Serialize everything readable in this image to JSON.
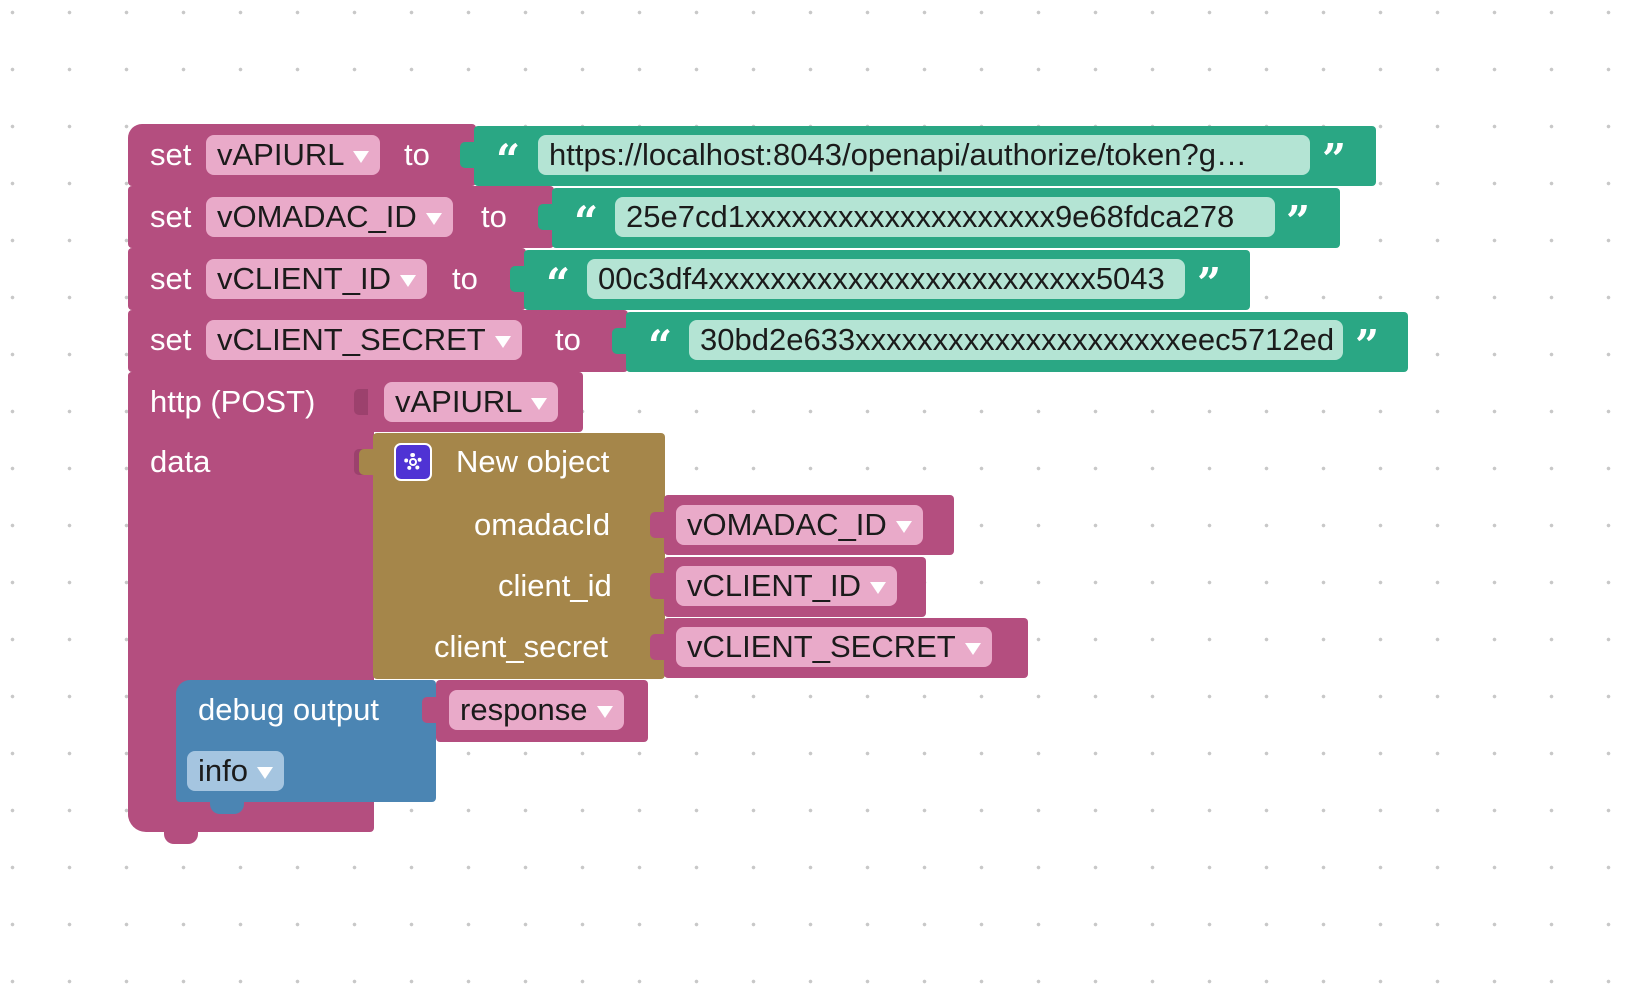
{
  "blocks": {
    "set_rows": [
      {
        "keyword": "set",
        "variable": "vAPIURL",
        "to": "to",
        "value": "https://localhost:8043/openapi/authorize/token?g…"
      },
      {
        "keyword": "set",
        "variable": "vOMADAC_ID",
        "to": "to",
        "value": "25e7cd1xxxxxxxxxxxxxxxxxxxx9e68fdca278"
      },
      {
        "keyword": "set",
        "variable": "vCLIENT_ID",
        "to": "to",
        "value": "00c3df4xxxxxxxxxxxxxxxxxxxxxxxxx5043"
      },
      {
        "keyword": "set",
        "variable": "vCLIENT_SECRET",
        "to": "to",
        "value": "30bd2e633xxxxxxxxxxxxxxxxxxxxxeec5712ed"
      }
    ],
    "http": {
      "label": "http (POST)",
      "url_variable": "vAPIURL",
      "data_label": "data"
    },
    "new_object": {
      "label": "New object",
      "fields": [
        {
          "key": "omadacId",
          "variable": "vOMADAC_ID"
        },
        {
          "key": "client_id",
          "variable": "vCLIENT_ID"
        },
        {
          "key": "client_secret",
          "variable": "vCLIENT_SECRET"
        }
      ]
    },
    "debug": {
      "label": "debug output",
      "level": "info",
      "variable": "response"
    }
  },
  "colors": {
    "variables": "#b44e7f",
    "text": "#2aa784",
    "object": "#a5864a",
    "debug": "#4b85b3",
    "gear_icon": "#4f33d4"
  },
  "icons": {
    "gear": "gear-icon",
    "dropdown": "chevron-down-icon",
    "quote_open": "quote-open-icon",
    "quote_close": "quote-close-icon"
  }
}
